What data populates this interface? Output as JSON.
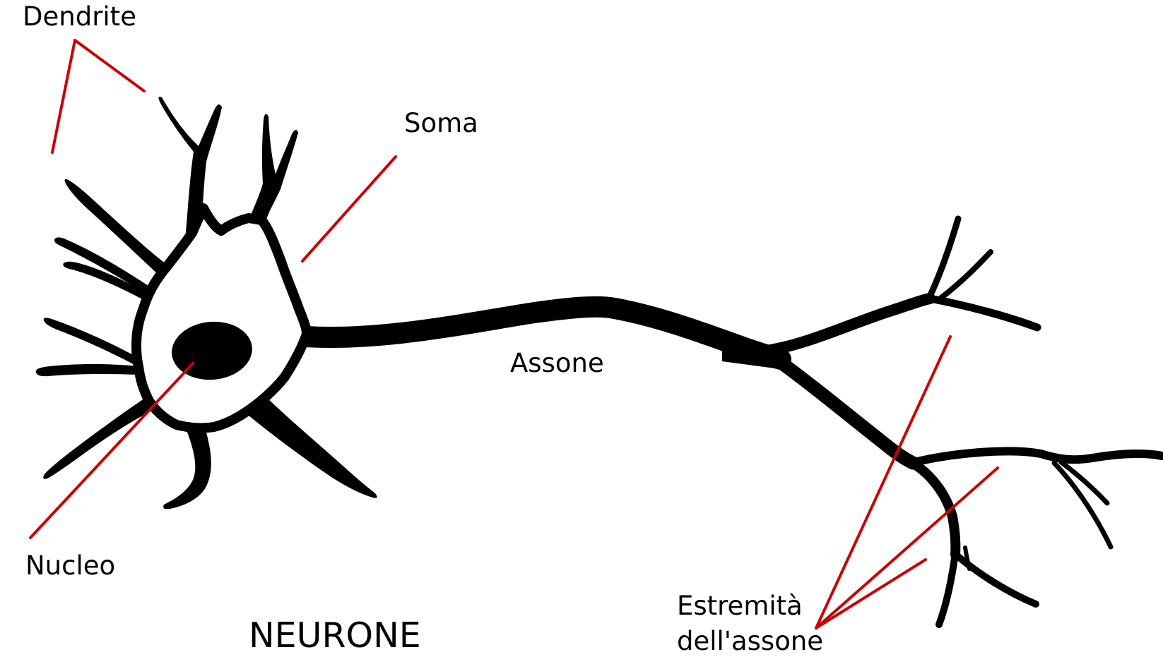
{
  "diagram": {
    "title": "NEURONE",
    "background_color": "#ffffff",
    "drawing_color": "#000000",
    "leader_line_color": "#cc0000",
    "labels": [
      {
        "id": "dendrite",
        "text": "Dendrite",
        "leader_lines": 2
      },
      {
        "id": "soma",
        "text": "Soma",
        "leader_lines": 1
      },
      {
        "id": "assone",
        "text": "Assone",
        "leader_lines": 0
      },
      {
        "id": "nucleo",
        "text": "Nucleo",
        "leader_lines": 1
      },
      {
        "id": "estremita",
        "text_line1": "Estremità",
        "text_line2": "dell'assone",
        "leader_lines": 3
      }
    ]
  }
}
